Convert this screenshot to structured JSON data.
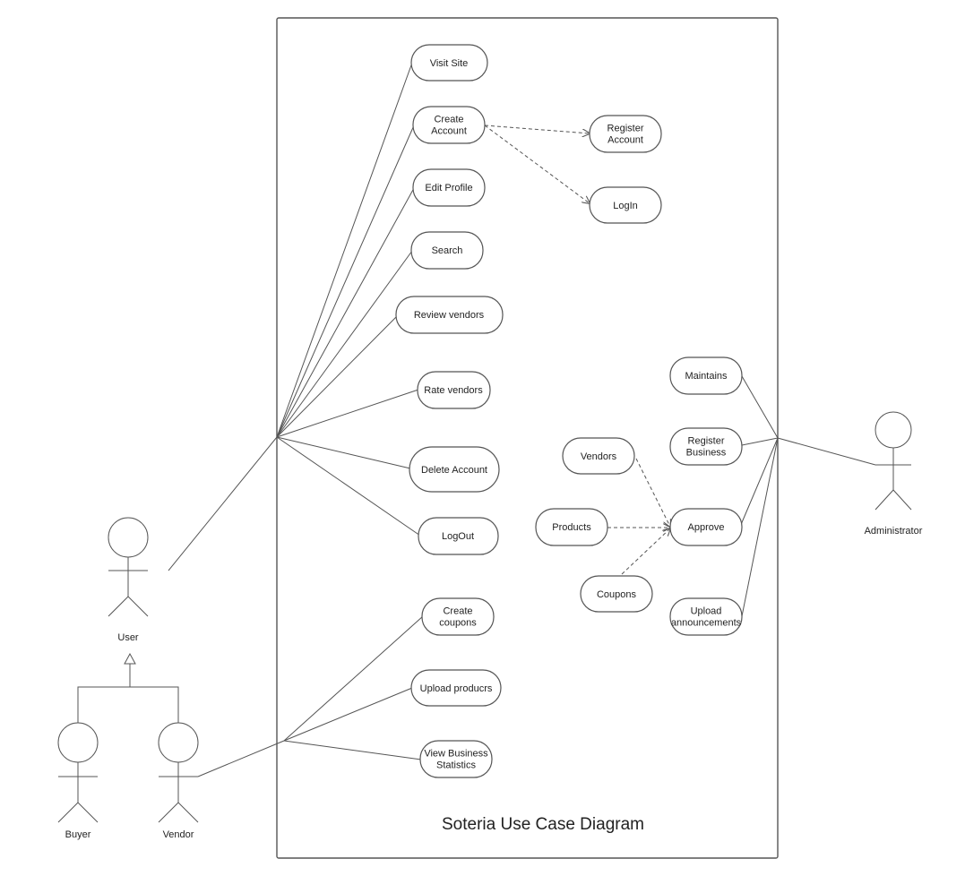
{
  "title": "Soteria Use Case Diagram",
  "colors": {
    "stroke": "#555555",
    "text": "#222222",
    "background": "#ffffff"
  },
  "actors": {
    "user": "User",
    "buyer": "Buyer",
    "vendor": "Vendor",
    "administrator": "Administrator"
  },
  "use_cases": {
    "visit_site": [
      "Visit Site"
    ],
    "create_account": [
      "Create",
      "Account"
    ],
    "register_account": [
      "Register",
      "Account"
    ],
    "login": [
      "LogIn"
    ],
    "edit_profile": [
      "Edit Profile"
    ],
    "search": [
      "Search"
    ],
    "review_vendors": [
      "Review vendors"
    ],
    "rate_vendors": [
      "Rate vendors"
    ],
    "delete_account": [
      "Delete Account"
    ],
    "logout": [
      "LogOut"
    ],
    "create_coupons": [
      "Create",
      "coupons"
    ],
    "upload_products": [
      "Upload producrs"
    ],
    "view_business_statistics": [
      "View Business",
      "Statistics"
    ],
    "maintains": [
      "Maintains"
    ],
    "register_business": [
      "Register",
      "Business"
    ],
    "approve": [
      "Approve"
    ],
    "upload_announcements": [
      "Upload",
      "announcements"
    ],
    "vendors": [
      "Vendors"
    ],
    "products": [
      "Products"
    ],
    "coupons": [
      "Coupons"
    ]
  }
}
